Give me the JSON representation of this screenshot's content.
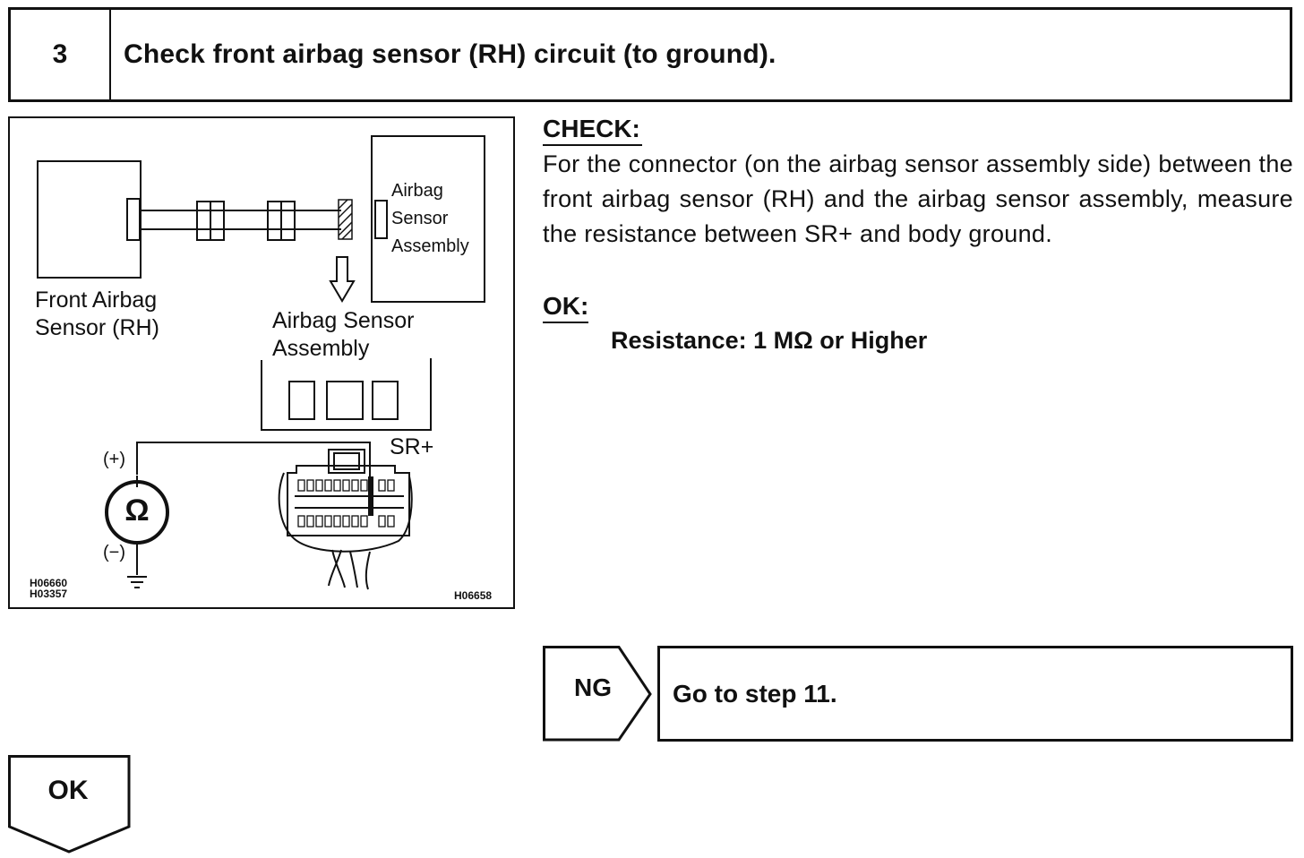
{
  "step": {
    "number": "3",
    "title": "Check front airbag sensor (RH) circuit (to ground)."
  },
  "diagram": {
    "label_front_sensor_line1": "Front Airbag",
    "label_front_sensor_line2": "Sensor (RH)",
    "label_assembly_box_line1": "Airbag",
    "label_assembly_box_line2": "Sensor",
    "label_assembly_box_line3": "Assembly",
    "label_assembly_line1": "Airbag Sensor",
    "label_assembly_line2": "Assembly",
    "label_terminal": "SR+",
    "label_plus": "(+)",
    "label_minus": "(−)",
    "ohm_symbol": "Ω",
    "figure_code_1": "H06660",
    "figure_code_2": "H03357",
    "figure_code_3": "H06658"
  },
  "check": {
    "heading": "CHECK:",
    "body": "For the connector (on the airbag sensor assembly side) between the front airbag sensor (RH) and the airbag sensor assembly, measure the resistance between SR+ and body ground."
  },
  "ok": {
    "heading": "OK:",
    "spec": "Resistance: 1 MΩ or Higher"
  },
  "ng_branch": {
    "label": "NG",
    "result": "Go to step 11."
  },
  "ok_branch": {
    "label": "OK"
  },
  "icons": {
    "ohmmeter": "ohmmeter-icon",
    "ground": "ground-icon",
    "down_arrow": "down-arrow-icon"
  }
}
